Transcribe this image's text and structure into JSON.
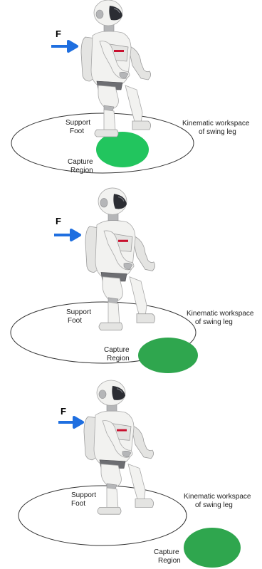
{
  "panels": [
    {
      "force_label": "F",
      "support_label": [
        "Support",
        "Foot"
      ],
      "workspace_label": [
        "Kinematic workspace",
        "of swing leg"
      ],
      "capture_label": [
        "Capture",
        "Region"
      ]
    },
    {
      "force_label": "F",
      "support_label": [
        "Support",
        "Foot"
      ],
      "workspace_label": [
        "Kinematic workspace",
        "of swing leg"
      ],
      "capture_label": [
        "Capture",
        "Region"
      ]
    },
    {
      "force_label": "F",
      "support_label": [
        "Support",
        "Foot"
      ],
      "workspace_label": [
        "Kinematic workspace",
        "of swing leg"
      ],
      "capture_label": [
        "Capture",
        "Region"
      ]
    }
  ],
  "colors": {
    "force_arrow": "#1f6fe0",
    "capture_region_panel_1": "#22c55e",
    "capture_region_panel_2": "#2fa64e",
    "capture_region_panel_3": "#2fa64e",
    "workspace_outline": "#333333"
  }
}
